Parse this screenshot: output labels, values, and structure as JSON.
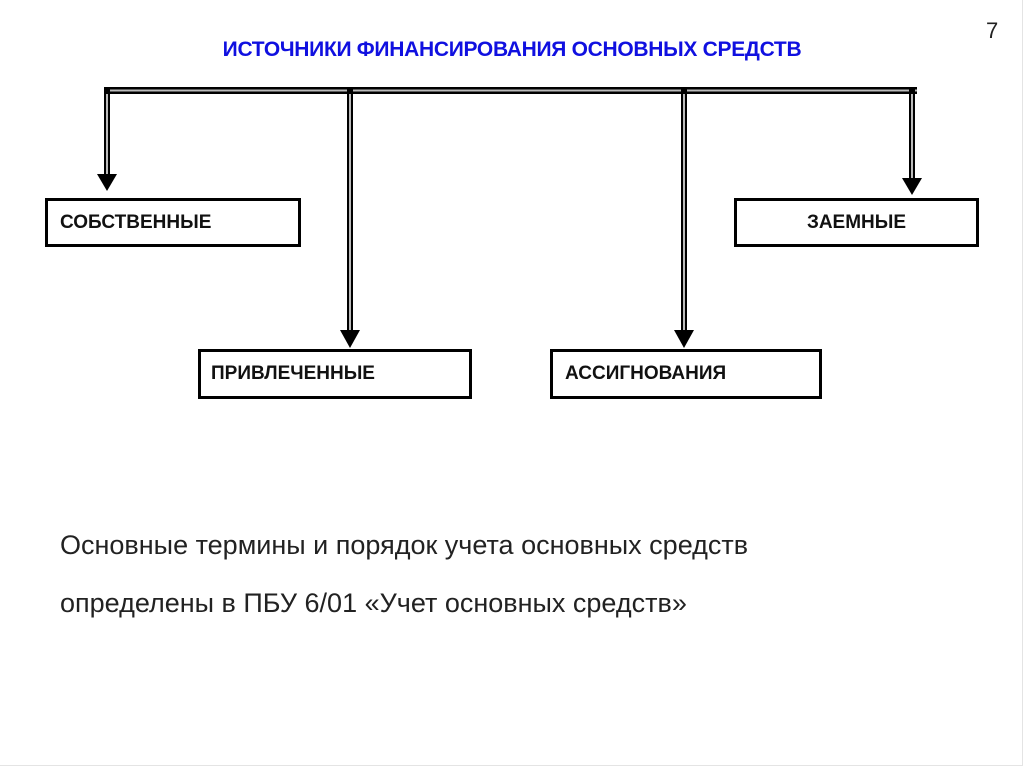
{
  "page_number": "7",
  "title": "ИСТОЧНИКИ ФИНАНСИРОВАНИЯ ОСНОВНЫХ СРЕДСТВ",
  "boxes": {
    "own": "СОБСТВЕННЫЕ",
    "borrowed": "ЗАЕМНЫЕ",
    "attracted": "ПРИВЛЕЧЕННЫЕ",
    "allocations": "АССИГНОВАНИЯ"
  },
  "body_lines": [
    "Основные термины и порядок учета основных средств",
    "определены в ПБУ 6/01 «Учет основных средств»"
  ]
}
